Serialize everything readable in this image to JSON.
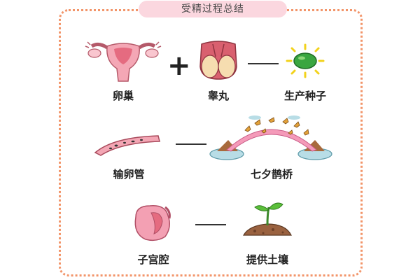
{
  "title": "受精过程总结",
  "rows": [
    {
      "left_items": [
        {
          "label": "卵巢",
          "icon": "uterus-ovaries-icon"
        },
        {
          "label": "睾丸",
          "icon": "testes-icon"
        }
      ],
      "operator": "+",
      "right_item": {
        "label": "生产种子",
        "icon": "glowing-seed-icon"
      }
    },
    {
      "left_item": {
        "label": "输卵管",
        "icon": "fallopian-tube-icon"
      },
      "right_item": {
        "label": "七夕鹊桥",
        "icon": "magpie-bridge-icon"
      }
    },
    {
      "left_item": {
        "label": "子宫腔",
        "icon": "uterine-cavity-icon"
      },
      "right_item": {
        "label": "提供土壤",
        "icon": "sprout-soil-icon"
      }
    }
  ],
  "colors": {
    "frame_border": "#f2956a",
    "title_background": "#fbd7df",
    "tissue_pink": "#f3a6b4",
    "seed_green": "#3aa640",
    "seed_glow": "#f2d21c"
  }
}
